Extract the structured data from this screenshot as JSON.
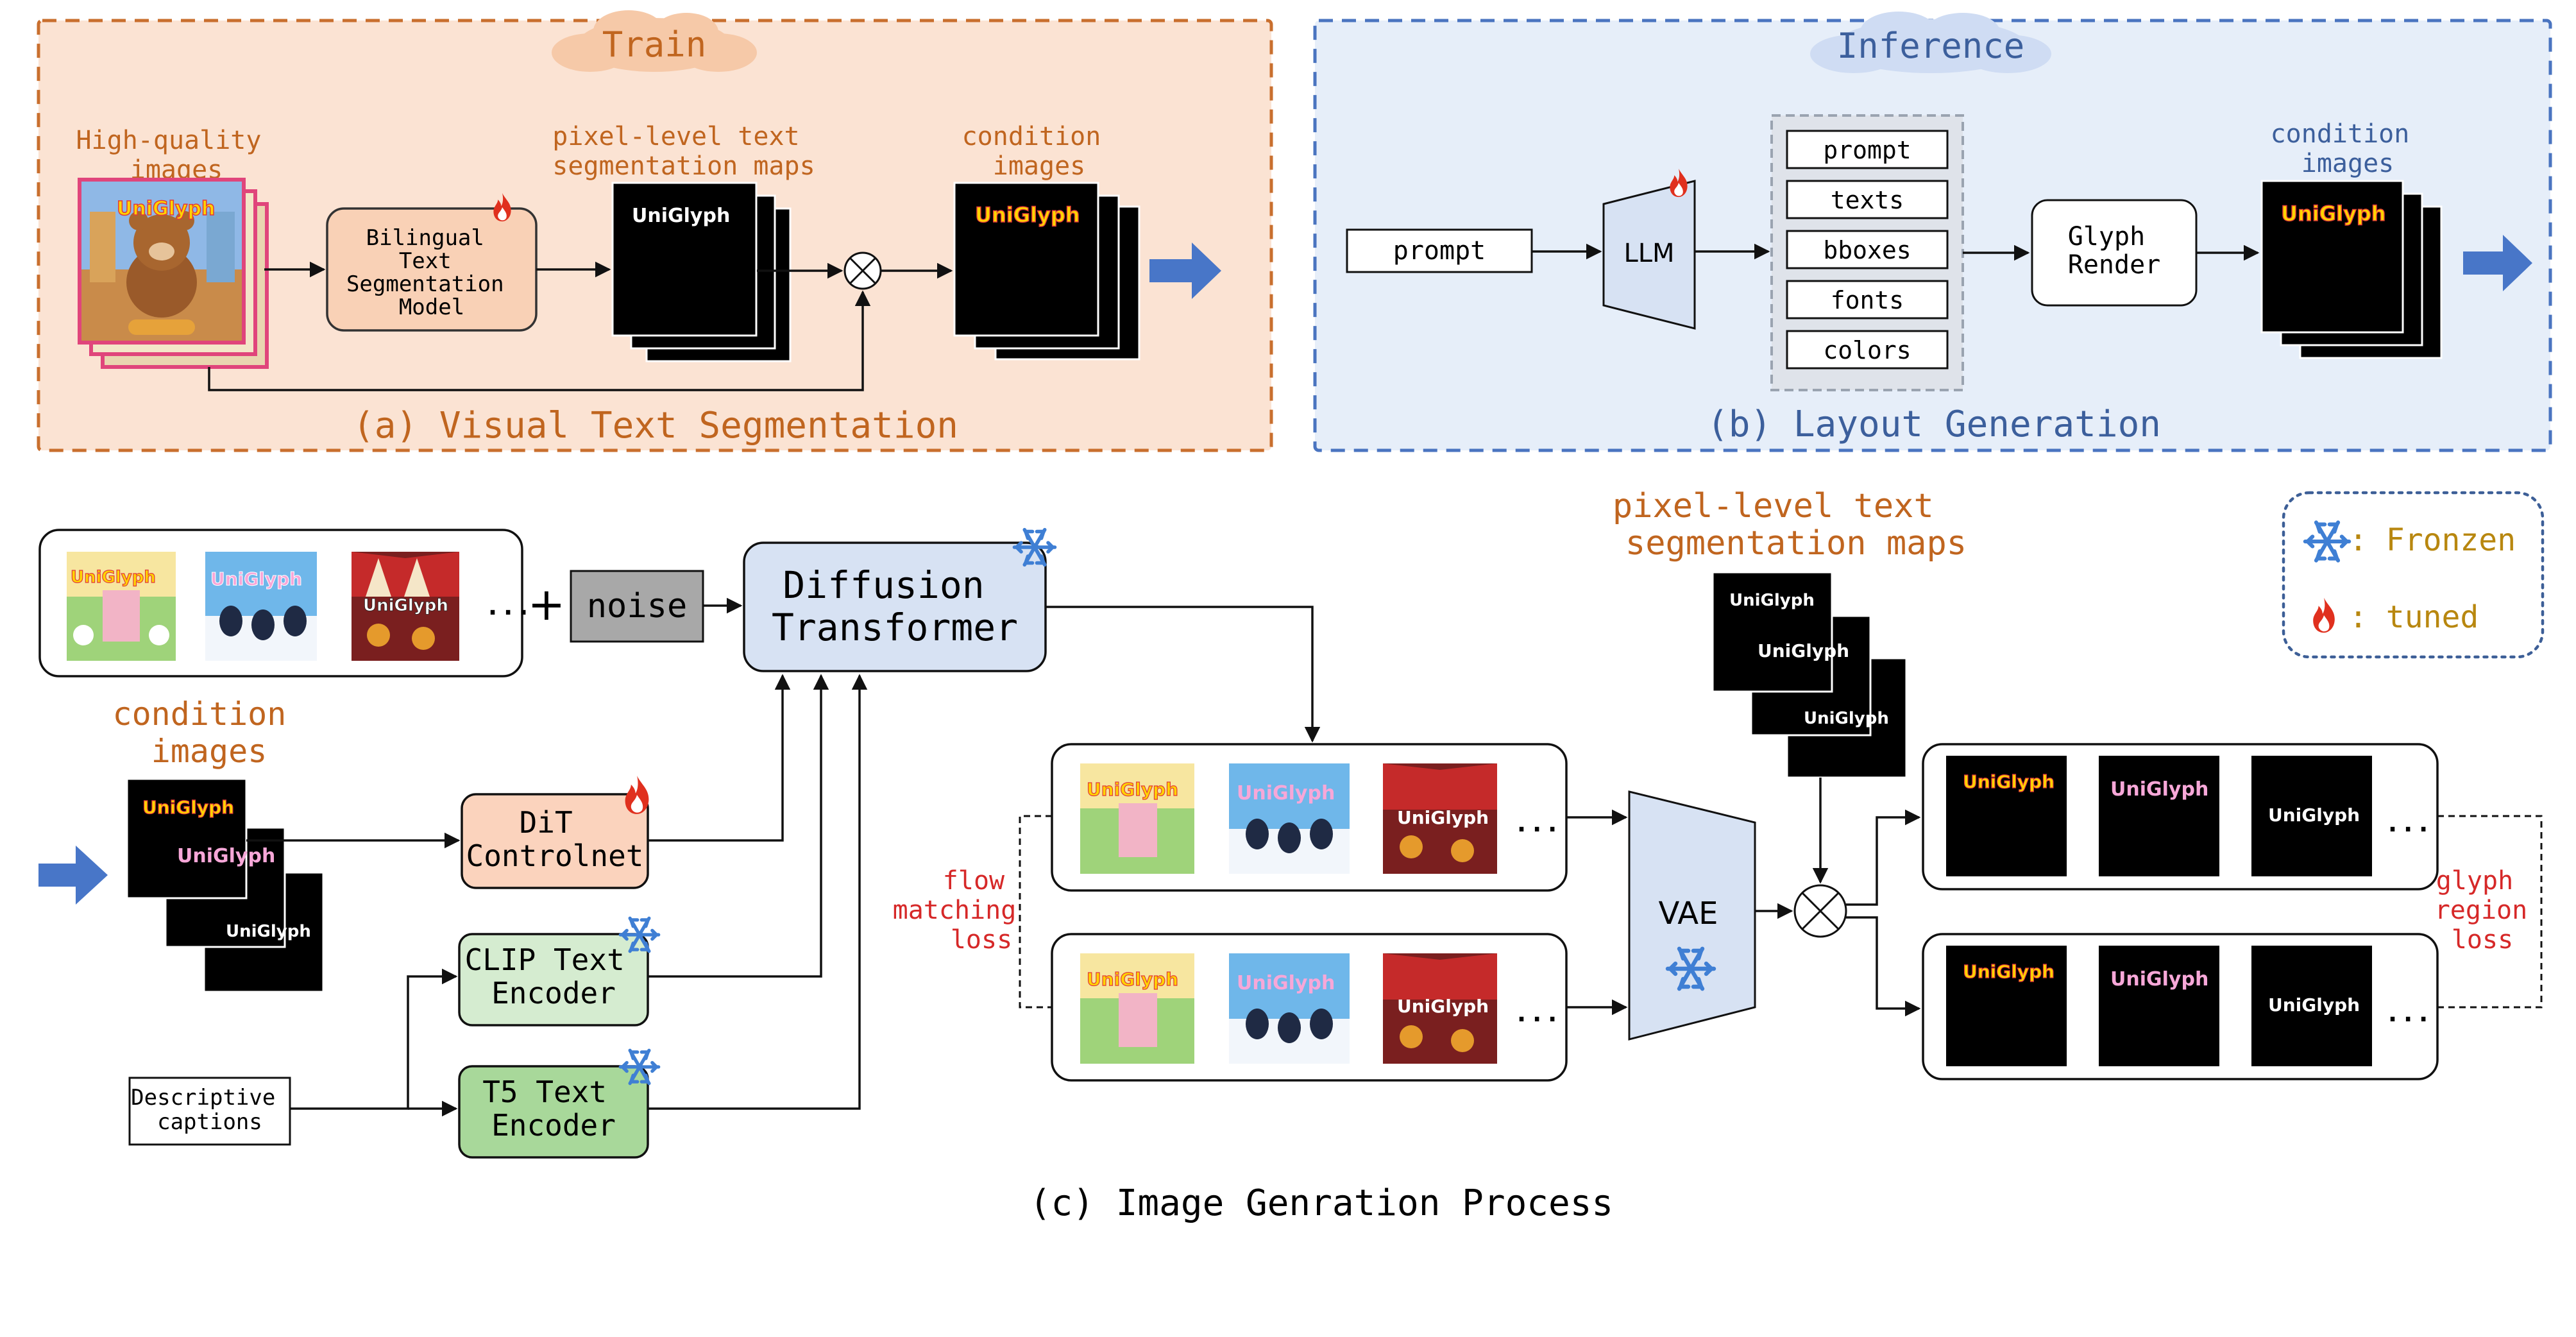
{
  "colors": {
    "train_fill": "#fbe3d3",
    "train_border": "#c96f2e",
    "train_text": "#c0651f",
    "infer_fill": "#e6eef9",
    "infer_border": "#4a74c0",
    "infer_text": "#3c5f9c",
    "cloud_train": "#f6c9a8",
    "cloud_infer": "#cfdcf3",
    "model_fill": "#f9d1b6",
    "dit_fill": "#fbd3bd",
    "clip_fill": "#d5ecd0",
    "t5_fill": "#a8d89a",
    "gray_fill": "#ececec",
    "vae_fill": "#d7e2f3",
    "arrow_blue": "#4876c8",
    "loss_red": "#d62828",
    "legend_text": "#b8870f",
    "legend_border": "#3d5f97"
  },
  "panel_a": {
    "header": "Train",
    "input_label": [
      "High-quality",
      "images"
    ],
    "model_label": [
      "Bilingual",
      "Text",
      "Segmentation",
      "Model"
    ],
    "maps_label": [
      "pixel-level text",
      "segmentation maps"
    ],
    "cond_label": [
      "condition",
      "images"
    ],
    "map_word": "UniGlyph",
    "logo_word": "UniGlyph",
    "caption": "(a) Visual Text Segmentation"
  },
  "panel_b": {
    "header": "Inference",
    "prompt": "prompt",
    "llm": "LLM",
    "layout_items": [
      "prompt",
      "texts",
      "bboxes",
      "fonts",
      "colors"
    ],
    "render_label": [
      "Glyph",
      "Render"
    ],
    "cond_label": [
      "condition",
      "images"
    ],
    "logo_word": "UniGlyph",
    "caption": "(b) Layout Generation"
  },
  "panel_c": {
    "plus": "+",
    "noise": "noise",
    "dit_label": [
      "Diffusion",
      "Transformer"
    ],
    "cond_label": [
      "condition",
      "images"
    ],
    "controlnet": [
      "DiT",
      "Controlnet"
    ],
    "clip": [
      "CLIP Text",
      "Encoder"
    ],
    "t5": [
      "T5 Text",
      "Encoder"
    ],
    "captions": [
      "Descriptive",
      "captions"
    ],
    "maps_label": [
      "pixel-level text",
      "segmentation maps"
    ],
    "map_word": "UniGlyph",
    "vae": "VAE",
    "flow_loss": [
      "flow",
      "matching",
      "loss"
    ],
    "glyph_loss": [
      "glyph",
      "region",
      "loss"
    ],
    "ellipsis": "...",
    "sample_word": "UniGlyph",
    "caption": "(c) Image Genration Process"
  },
  "legend": {
    "frozen": ": Fronzen",
    "tuned": ": tuned"
  }
}
